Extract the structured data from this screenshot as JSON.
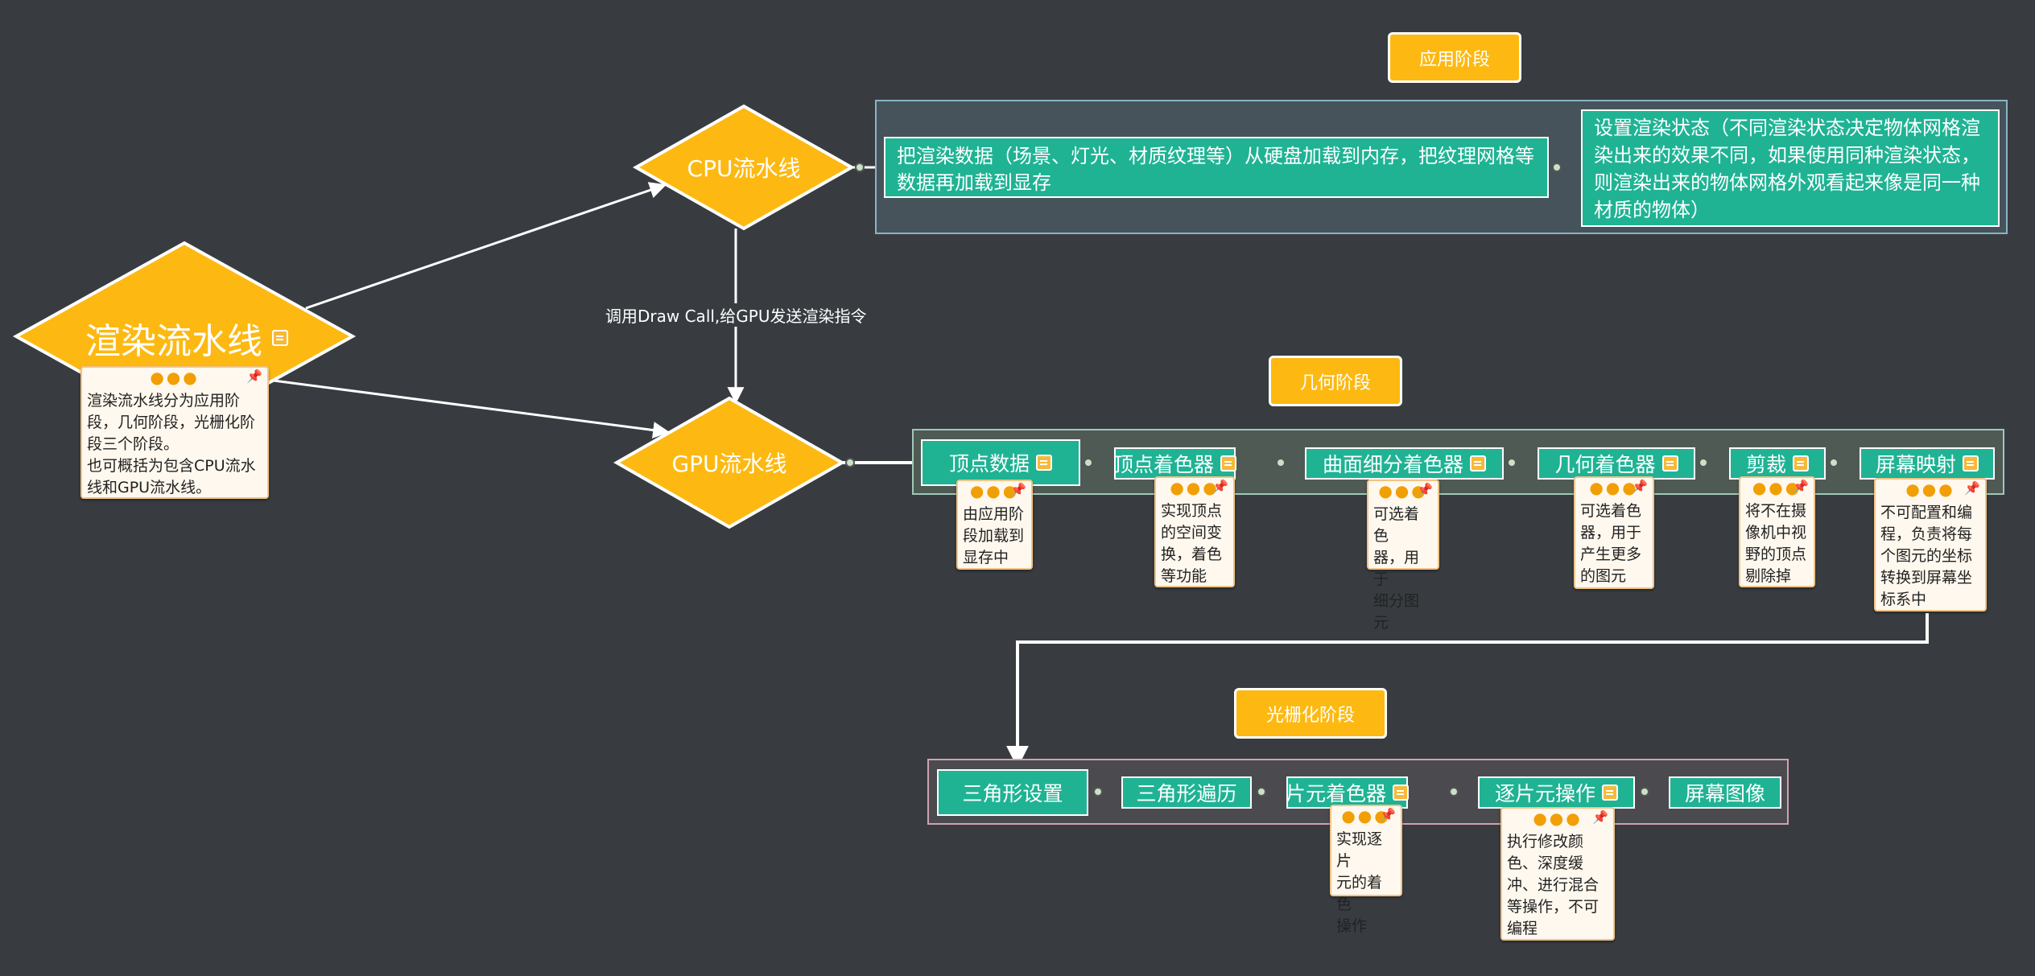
{
  "root": {
    "label": "渲染流水线",
    "note": [
      "渲染流水线分为应用阶",
      "段，几何阶段，光栅化阶",
      "段三个阶段。",
      "也可概括为包含CPU流水",
      "线和GPU流水线。"
    ]
  },
  "cpu": {
    "label": "CPU流水线"
  },
  "gpu": {
    "label": "GPU流水线"
  },
  "edge_label": "调用Draw Call,给GPU发送渲染指令",
  "stages": {
    "app": "应用阶段",
    "geometry": "几何阶段",
    "raster": "光栅化阶段"
  },
  "app_nodes": [
    "把渲染数据（场景、灯光、材质纹理等）从硬盘加载到内存，把纹理网格等数据再加载到显存",
    "设置渲染状态（不同渲染状态决定物体网格渲染出来的效果不同，如果使用同种渲染状态，则渲染出来的物体网格外观看起来像是同一种材质的物体）"
  ],
  "geometry_nodes": [
    {
      "label": "顶点数据",
      "note": [
        "由应用阶",
        "段加载到",
        "显存中"
      ]
    },
    {
      "label": "顶点着色器",
      "note": [
        "实现顶点",
        "的空间变",
        "换，着色",
        "等功能"
      ]
    },
    {
      "label": "曲面细分着色器",
      "note": [
        "可选着色",
        "器，用于",
        "细分图元"
      ]
    },
    {
      "label": "几何着色器",
      "note": [
        "可选着色",
        "器，用于",
        "产生更多",
        "的图元"
      ]
    },
    {
      "label": "剪裁",
      "note": [
        "将不在摄",
        "像机中视",
        "野的顶点",
        "剔除掉"
      ]
    },
    {
      "label": "屏幕映射",
      "note": [
        "不可配置和编",
        "程，负责将每",
        "个图元的坐标",
        "转换到屏幕坐",
        "标系中"
      ]
    }
  ],
  "raster_nodes": [
    {
      "label": "三角形设置"
    },
    {
      "label": "三角形遍历"
    },
    {
      "label": "片元着色器",
      "note": [
        "实现逐片",
        "元的着色",
        "操作"
      ]
    },
    {
      "label": "逐片元操作",
      "note": [
        "执行修改颜",
        "色、深度缓",
        "冲、进行混合",
        "等操作，不可",
        "编程"
      ]
    },
    {
      "label": "屏幕图像"
    }
  ],
  "colors": {
    "background": "#383c41",
    "diamond": "#fdb912",
    "node": "#1fb394",
    "note_bg": "#fff8ee",
    "note_accent": "#f29f05"
  },
  "icons": {
    "note": "note-icon",
    "pin": "pin-icon",
    "more": "more-dots-icon"
  }
}
